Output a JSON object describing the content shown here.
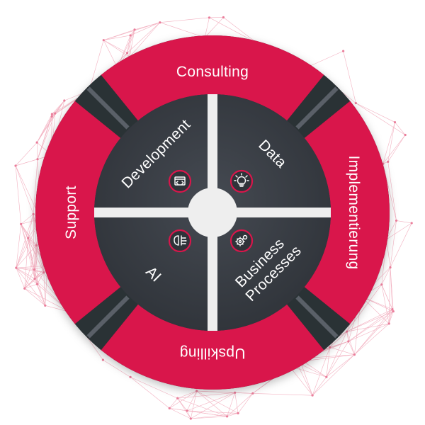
{
  "colors": {
    "ring": "#d9164b",
    "ring_dark": "#b0123d",
    "core": "#3a3f46",
    "core_dark": "#2c3036",
    "divider": "#eeeeee",
    "network": "#e8738f"
  },
  "outer_ring": {
    "top": "Consulting",
    "right": "Implementierung",
    "bottom": "Upskilling",
    "left": "Support"
  },
  "quadrants": {
    "top_left": {
      "label": "Development",
      "icon": "code-window-icon"
    },
    "top_right": {
      "label": "Data",
      "icon": "lightbulb-icon"
    },
    "bottom_left": {
      "label": "AI",
      "icon": "ai-brain-icon"
    },
    "bottom_right": {
      "label_line1": "Business",
      "label_line2": "Processes",
      "icon": "gears-icon"
    }
  }
}
